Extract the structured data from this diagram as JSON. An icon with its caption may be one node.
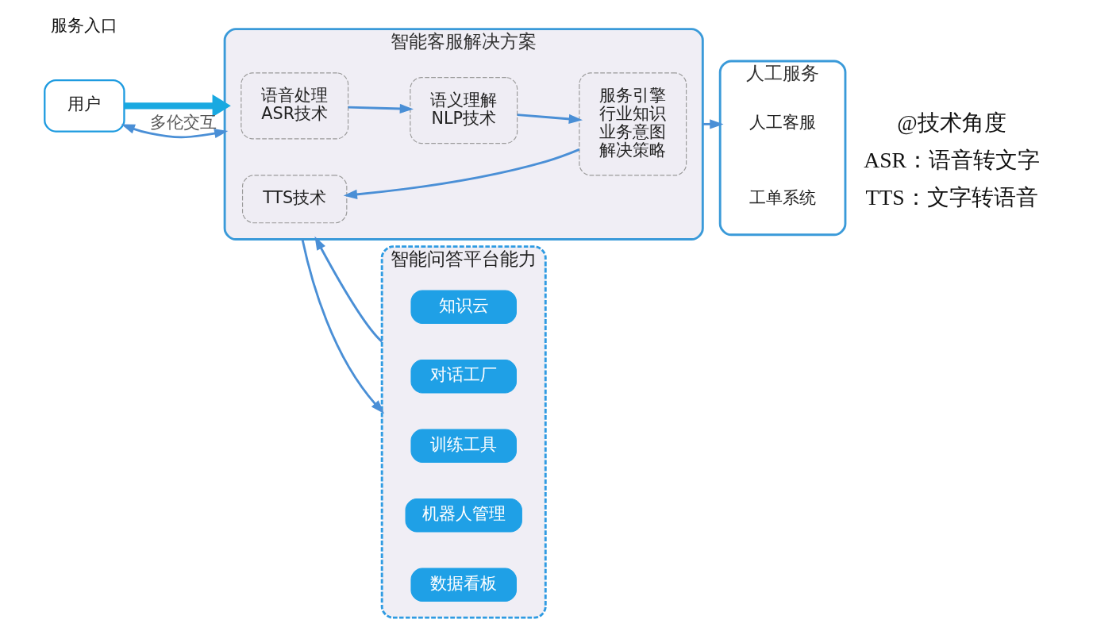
{
  "diagram": {
    "nodes": [
      {
        "text": [
          "用户"
        ]
      },
      {
        "text": [
          "智能客服解决方案"
        ]
      },
      {
        "text": [
          "语音处理",
          "ASR技术"
        ],
        "in": 1
      },
      {
        "text": [
          "TTS技术"
        ],
        "in": 1
      },
      {
        "text": [
          "语义理解",
          "NLP技术"
        ],
        "in": 1
      },
      {
        "text": [
          "服务引擎",
          "行业知识",
          "业务意图",
          "解决策略"
        ],
        "in": 1
      },
      {
        "text": [
          "人工服务"
        ]
      },
      {
        "text": [
          "人工客服"
        ],
        "in": 6
      },
      {
        "text": [
          "工单系统"
        ],
        "in": 6
      },
      {
        "text": [
          "智能问答平台能力"
        ]
      },
      {
        "text": [
          "知识云"
        ],
        "in": 9
      },
      {
        "text": [
          "对话工厂"
        ],
        "in": 9
      },
      {
        "text": [
          "训练工具"
        ],
        "in": 9
      },
      {
        "text": [
          "机器人管理"
        ],
        "in": 9
      },
      {
        "text": [
          "数据看板"
        ],
        "in": 9
      }
    ],
    "edges": [
      {
        "from": 0,
        "to": 1,
        "arrow": "to",
        "style": "thick",
        "color": "#19a9e1"
      },
      {
        "from": 0,
        "to": 1,
        "arrow": "both",
        "label": "多伦交互"
      },
      {
        "from": 2,
        "to": 4,
        "arrow": "to"
      },
      {
        "from": 4,
        "to": 5,
        "arrow": "to"
      },
      {
        "from": 5,
        "to": 3,
        "arrow": "to"
      },
      {
        "from": 1,
        "to": 6,
        "arrow": "to"
      },
      {
        "from": 9,
        "to": 1,
        "arrow": "to"
      },
      {
        "from": 1,
        "to": 9,
        "arrow": "to"
      }
    ],
    "labels": [
      "@技术角度",
      "ASR：语音转文字",
      "TTS：文字转语音",
      "服务入口"
    ]
  }
}
